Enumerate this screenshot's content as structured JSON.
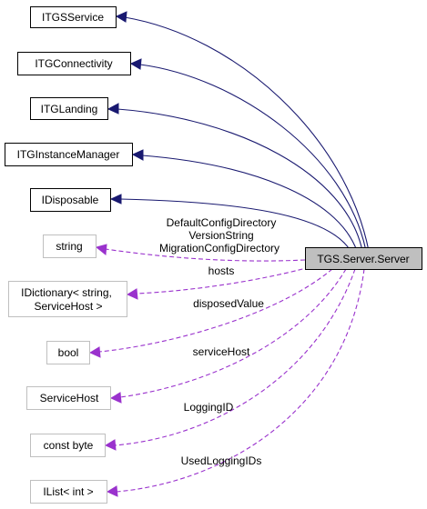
{
  "main_node": {
    "label": "TGS.Server.Server"
  },
  "base_classes": [
    {
      "id": "itgsservice",
      "label": "ITGSService"
    },
    {
      "id": "itgconnectivity",
      "label": "ITGConnectivity"
    },
    {
      "id": "itglanding",
      "label": "ITGLanding"
    },
    {
      "id": "itginstancemanager",
      "label": "ITGInstanceManager"
    },
    {
      "id": "idisposable",
      "label": "IDisposable"
    }
  ],
  "member_types": [
    {
      "id": "string",
      "label": "string",
      "edge_label": [
        "DefaultConfigDirectory",
        "VersionString",
        "MigrationConfigDirectory"
      ]
    },
    {
      "id": "idictionary",
      "label": [
        "IDictionary< string,",
        "ServiceHost >"
      ],
      "edge_label": [
        "hosts"
      ]
    },
    {
      "id": "bool",
      "label": "bool",
      "edge_label": [
        "disposedValue"
      ]
    },
    {
      "id": "servicehost",
      "label": "ServiceHost",
      "edge_label": [
        "serviceHost"
      ]
    },
    {
      "id": "constbyte",
      "label": "const byte",
      "edge_label": [
        "LoggingID"
      ]
    },
    {
      "id": "ilistint",
      "label": "IList< int >",
      "edge_label": [
        "UsedLoggingIDs"
      ]
    }
  ],
  "colors": {
    "inheritance_edge": "#191970",
    "member_edge": "#9a32cd",
    "main_fill": "#bfbfbf",
    "external_border": "#bfbfbf"
  }
}
